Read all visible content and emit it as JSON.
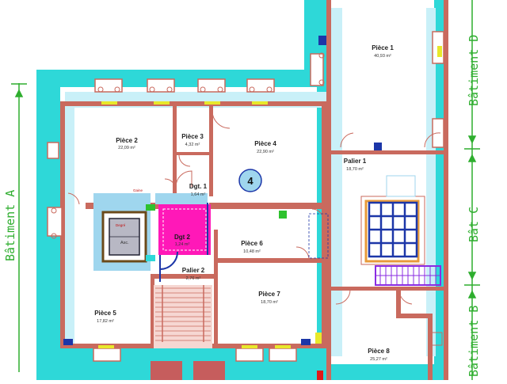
{
  "plan": {
    "marker": "4",
    "buildings": {
      "a": "Bâtiment A",
      "b": "Bâtiment B",
      "c": "Bât C",
      "d": "Bâtiment D"
    },
    "rooms": [
      {
        "id": "piece-1",
        "name": "Pièce 1",
        "area": "40,93 m²"
      },
      {
        "id": "piece-2",
        "name": "Pièce 2",
        "area": "22,09 m²"
      },
      {
        "id": "piece-3",
        "name": "Pièce 3",
        "area": "4,32 m²"
      },
      {
        "id": "piece-4",
        "name": "Pièce 4",
        "area": "22,90 m²"
      },
      {
        "id": "dgt-1",
        "name": "Dgt. 1",
        "area": "1,64 m²"
      },
      {
        "id": "dgt-2",
        "name": "Dgt 2",
        "area": "1,24 m²"
      },
      {
        "id": "palier-1",
        "name": "Palier 1",
        "area": "18,70 m²"
      },
      {
        "id": "palier-2",
        "name": "Palier 2",
        "area": "2,76 m²"
      },
      {
        "id": "piece-5",
        "name": "Pièce 5",
        "area": "17,82 m²"
      },
      {
        "id": "piece-6",
        "name": "Pièce 6",
        "area": "10,48 m²"
      },
      {
        "id": "piece-7",
        "name": "Pièce 7",
        "area": "18,70 m²"
      },
      {
        "id": "piece-8",
        "name": "Pièce 8",
        "area": "25,27 m²"
      }
    ],
    "small_labels": {
      "asc": "Asc.",
      "gaine": "Gaine",
      "degr": "Degré"
    },
    "colors": {
      "outer_wall": "#2ed8d8",
      "inner_wall": "#c96a5e",
      "lift_zone": "#9fd6ee",
      "dgt2": "#ff18b8",
      "stairs": "#1c36a8",
      "railing": "#8a2be2",
      "building_label": "#2fae2f"
    }
  }
}
